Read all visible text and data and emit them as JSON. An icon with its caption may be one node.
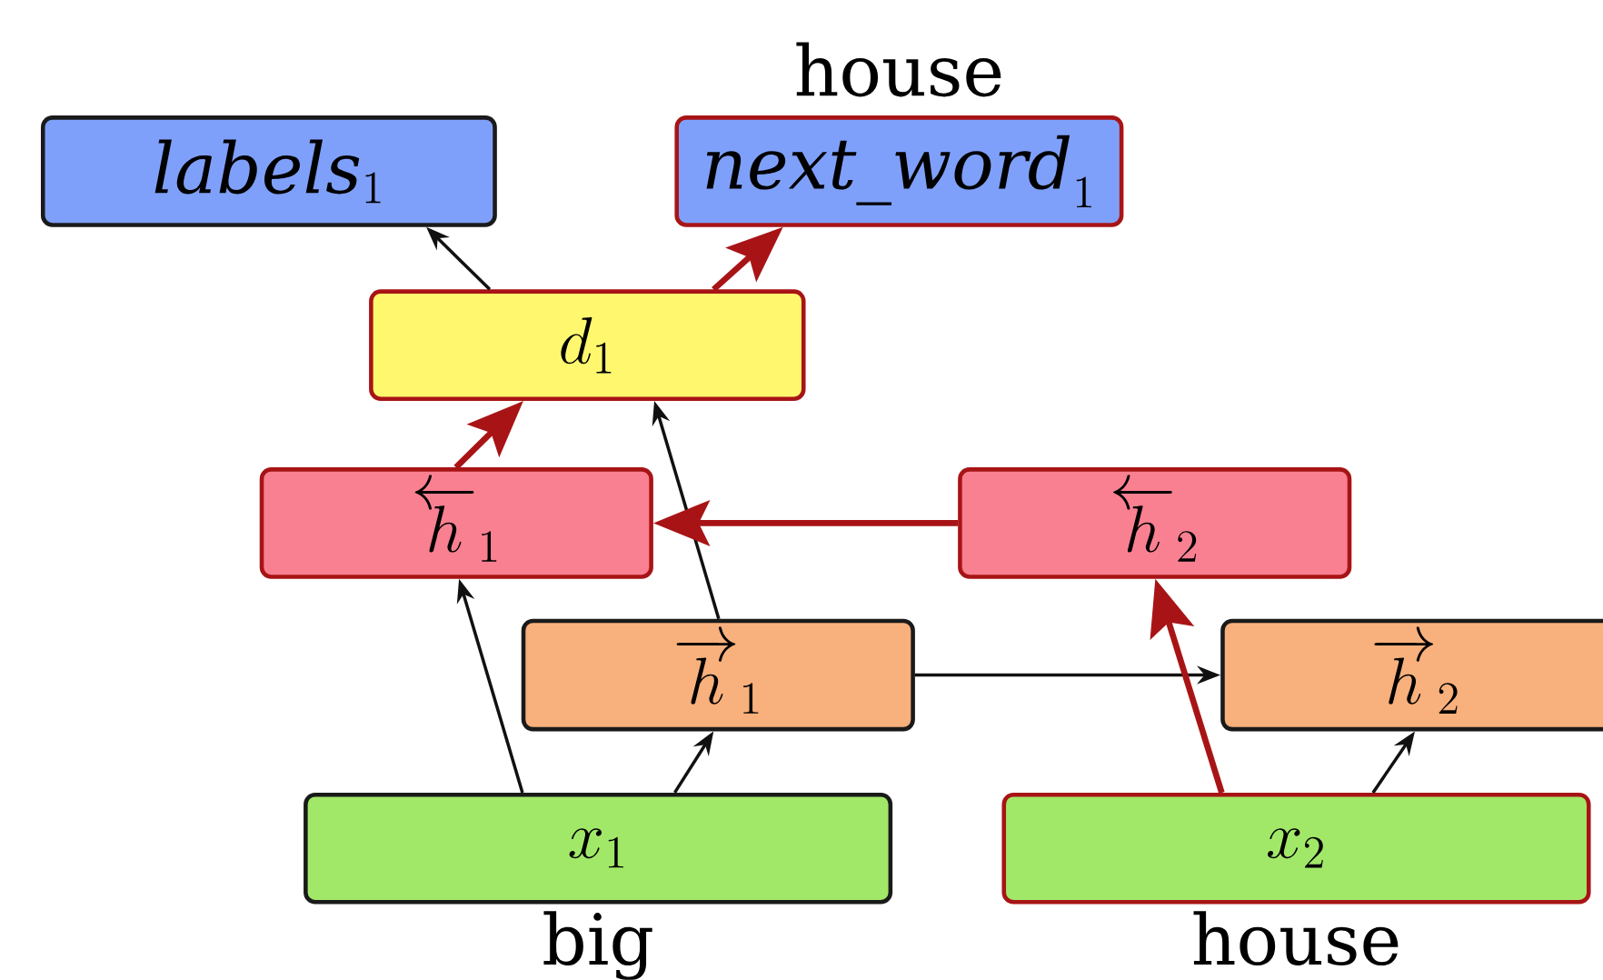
{
  "diagram": {
    "nodes": [
      {
        "text": [
          "\\mathit{labels}_1"
        ]
      },
      {
        "text": [
          "\\mathit{next\\_word}_1"
        ],
        "beside": [
          "house"
        ]
      },
      {
        "text": [
          "d_1"
        ]
      },
      {
        "text": [
          "\\overleftarrow{h}_1"
        ]
      },
      {
        "text": [
          "\\overleftarrow{h}_2"
        ]
      },
      {
        "text": [
          "\\overrightarrow{h}_1"
        ]
      },
      {
        "text": [
          "\\overrightarrow{h}_2"
        ]
      },
      {
        "text": [
          "x_1"
        ],
        "beside": [
          "big"
        ]
      },
      {
        "text": [
          "x_2"
        ],
        "beside": [
          "house"
        ]
      }
    ],
    "edges": [
      {
        "from": 7,
        "to": 3,
        "arrow": "to"
      },
      {
        "from": 7,
        "to": 5,
        "arrow": "to"
      },
      {
        "from": 5,
        "to": 2,
        "arrow": "to"
      },
      {
        "from": 5,
        "to": 6,
        "arrow": "to"
      },
      {
        "from": 4,
        "to": 3,
        "arrow": "to",
        "style": "thick",
        "color": "#a81416"
      },
      {
        "from": 3,
        "to": 2,
        "arrow": "to",
        "style": "thick",
        "color": "#a81416"
      },
      {
        "from": 2,
        "to": 0,
        "arrow": "to"
      },
      {
        "from": 2,
        "to": 1,
        "arrow": "to",
        "style": "thick",
        "color": "#a81416"
      },
      {
        "from": 8,
        "to": 4,
        "arrow": "to",
        "style": "thick",
        "color": "#a81416"
      },
      {
        "from": 8,
        "to": 6,
        "arrow": "to"
      }
    ]
  }
}
